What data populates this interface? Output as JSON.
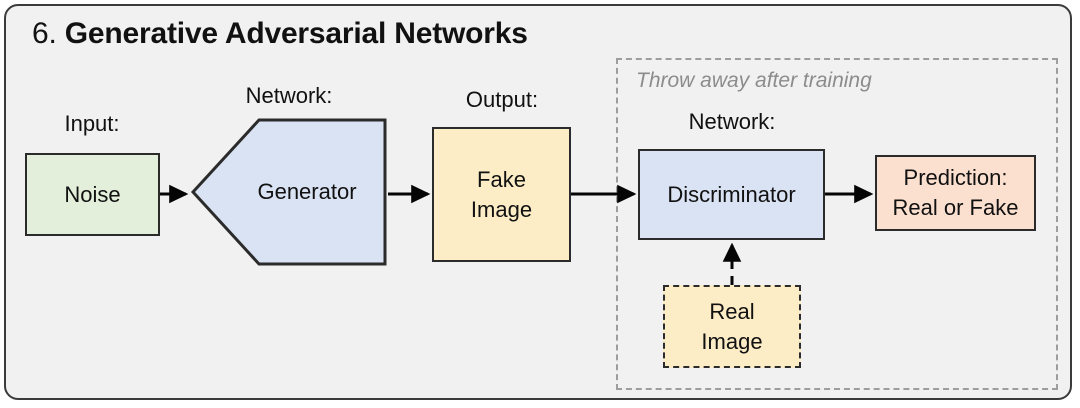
{
  "slide": {
    "number": "6.",
    "title": "Generative Adversarial Networks"
  },
  "group": {
    "note": "Throw away after training"
  },
  "captions": {
    "input": "Input:",
    "network_generator": "Network:",
    "output": "Output:",
    "network_discriminator": "Network:"
  },
  "nodes": {
    "noise": {
      "label": "Noise",
      "fill": "#e3efdb",
      "border": "#2b2b2b",
      "border_style": "solid"
    },
    "generator": {
      "label": "Generator",
      "fill": "#dae3f3",
      "border": "#2b2b2b",
      "shape": "left-pointing-pentagon"
    },
    "fake_image": {
      "label": "Fake\nImage",
      "line1": "Fake",
      "line2": "Image",
      "fill": "#fcedc7",
      "border": "#2b2b2b",
      "border_style": "solid"
    },
    "discriminator": {
      "label": "Discriminator",
      "fill": "#dae3f3",
      "border": "#2b2b2b",
      "border_style": "solid"
    },
    "prediction": {
      "line1": "Prediction:",
      "line2": "Real or Fake",
      "fill": "#fbe0d0",
      "border": "#2b2b2b",
      "border_style": "solid"
    },
    "real_image": {
      "line1": "Real",
      "line2": "Image",
      "fill": "#fcedc7",
      "border": "#2b2b2b",
      "border_style": "dashed"
    }
  },
  "edges": [
    {
      "name": "noise-to-generator",
      "from": "noise",
      "to": "generator",
      "style": "solid",
      "direction": "right"
    },
    {
      "name": "generator-to-fake-image",
      "from": "generator",
      "to": "fake_image",
      "style": "solid",
      "direction": "right"
    },
    {
      "name": "fake-image-to-discriminator",
      "from": "fake_image",
      "to": "discriminator",
      "style": "solid",
      "direction": "right"
    },
    {
      "name": "discriminator-to-prediction",
      "from": "discriminator",
      "to": "prediction",
      "style": "solid",
      "direction": "right"
    },
    {
      "name": "real-image-to-discriminator",
      "from": "real_image",
      "to": "discriminator",
      "style": "dashed",
      "direction": "up"
    }
  ],
  "theme": {
    "canvas_background": "#ffffff",
    "card_background": "#f1f1f1",
    "card_border": "#3b3b3b",
    "group_border": "#9d9d9d",
    "note_color": "#8c8c8c",
    "text_color": "#111111",
    "edge_color": "#050505"
  }
}
